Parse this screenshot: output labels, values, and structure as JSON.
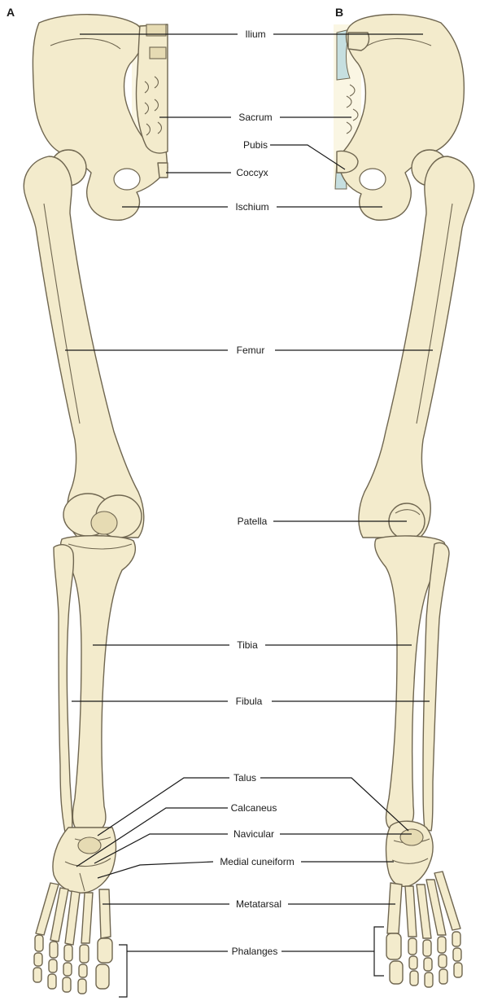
{
  "panels": {
    "a": "A",
    "b": "B"
  },
  "labels": {
    "ilium": "Ilium",
    "sacrum": "Sacrum",
    "pubis": "Pubis",
    "coccyx": "Coccyx",
    "ischium": "Ischium",
    "femur": "Femur",
    "patella": "Patella",
    "tibia": "Tibia",
    "fibula": "Fibula",
    "talus": "Talus",
    "calcaneus": "Calcaneus",
    "navicular": "Navicular",
    "medial_cuneiform": "Medial cuneiform",
    "metatarsal": "Metatarsal",
    "phalanges": "Phalanges"
  },
  "colors": {
    "bone": "#f3ebcc",
    "outline": "#6f6650",
    "leader": "#1a1a1a",
    "sacrum_accent": "#c6dfe0"
  }
}
